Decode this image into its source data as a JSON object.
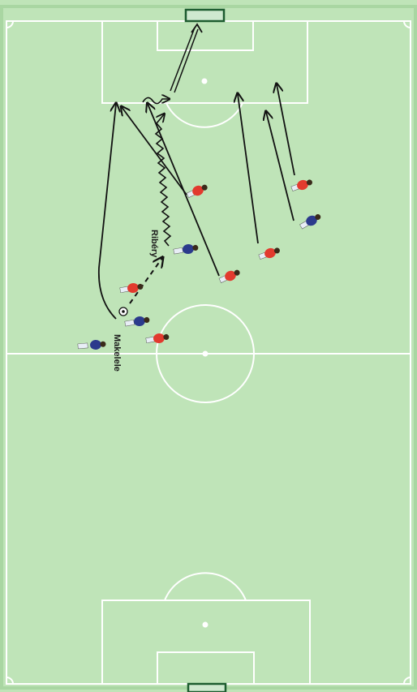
{
  "colors": {
    "pitch": "#bfe4b8",
    "pitch_edge": "#a9d6a2",
    "lines": "#ffffff",
    "goal": "#2f8a4c",
    "arrows": "#111111",
    "team_red": "#e23a2e",
    "team_blue": "#2b3a8c",
    "shorts": "#e8eef6"
  },
  "labels": {
    "ribery": "Ribéry",
    "makelele": "Makelele"
  },
  "players": [
    {
      "team": "red",
      "role": "attacker"
    },
    {
      "team": "red",
      "role": "attacker"
    },
    {
      "team": "red",
      "role": "attacker"
    },
    {
      "team": "red",
      "role": "attacker"
    },
    {
      "team": "red",
      "role": "attacker"
    },
    {
      "team": "red",
      "role": "attacker"
    },
    {
      "team": "blue",
      "role": "defender"
    },
    {
      "team": "blue",
      "role": "defender"
    },
    {
      "team": "blue",
      "role": "defender"
    },
    {
      "team": "blue",
      "role": "defender"
    }
  ],
  "icons": {
    "ball": "soccer-ball-icon",
    "run": "arrow-run-icon",
    "dribble": "zigzag-dribble-icon",
    "pass": "dashed-pass-icon",
    "shot": "double-line-shot-icon"
  }
}
